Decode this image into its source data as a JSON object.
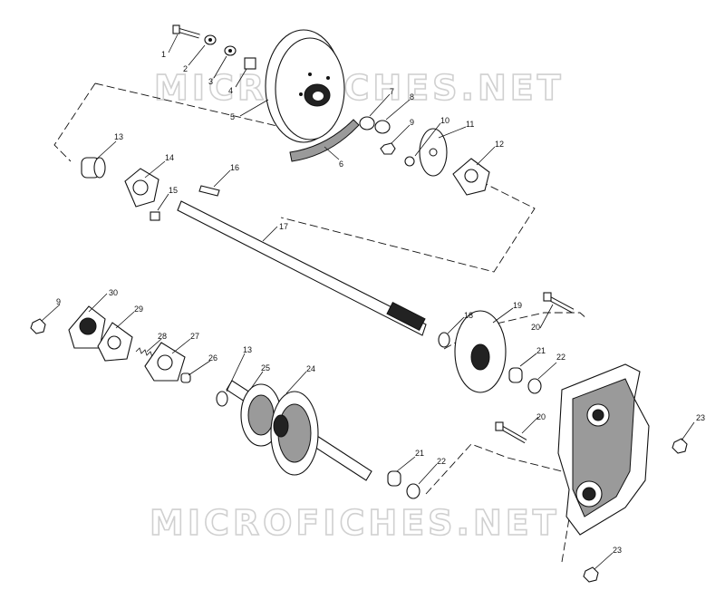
{
  "watermarks": [
    "MICROFICHES.NET",
    "MICROFICHES.NET"
  ],
  "callouts": [
    "1",
    "2",
    "3",
    "4",
    "5",
    "6",
    "7",
    "8",
    "9",
    "10",
    "11",
    "12",
    "13",
    "14",
    "15",
    "16",
    "17",
    "9",
    "30",
    "29",
    "28",
    "27",
    "26",
    "13",
    "25",
    "24",
    "18",
    "19",
    "20",
    "21",
    "22",
    "21",
    "22",
    "20",
    "23",
    "23"
  ],
  "colors": {
    "line": "#111111",
    "watermark": "#d0d0d0",
    "background": "#ffffff"
  }
}
